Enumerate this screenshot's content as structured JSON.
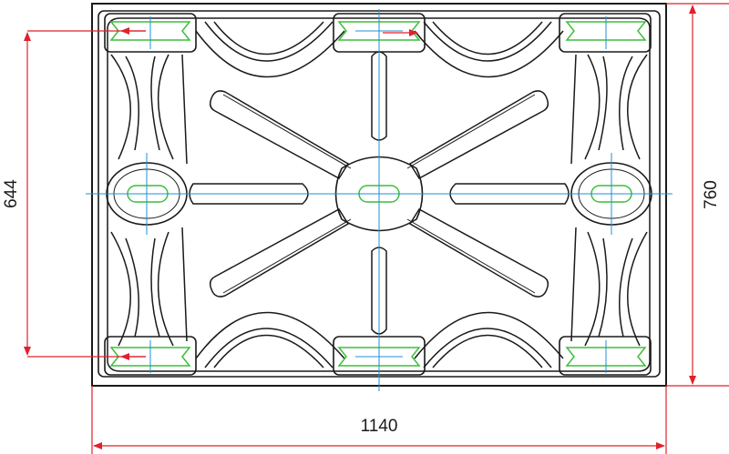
{
  "drawing": {
    "dimensions": {
      "width_label": "1140",
      "height_label": "760",
      "inner_height_label": "644"
    },
    "colors": {
      "outline": "#1a1a1a",
      "dimension": "#e0212b",
      "centerline": "#1e90d6",
      "runner": "#3bbf3b"
    }
  }
}
